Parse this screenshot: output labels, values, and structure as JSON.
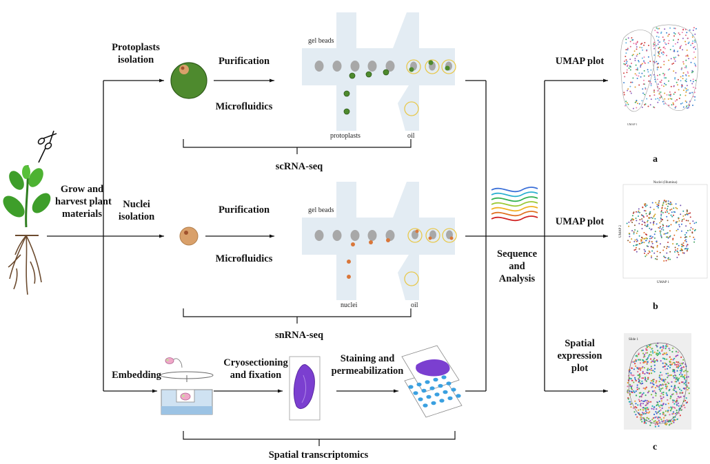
{
  "labels": {
    "grow": [
      "Grow and",
      "harvest plant",
      "materials"
    ],
    "protoplasts_isolation": [
      "Protoplasts",
      "isolation"
    ],
    "nuclei_isolation": [
      "Nuclei",
      "isolation"
    ],
    "embedding": "Embedding",
    "purification_1": "Purification",
    "microfluidics_1": "Microfluidics",
    "purification_2": "Purification",
    "microfluidics_2": "Microfluidics",
    "cryosectioning": [
      "Cryosectioning",
      "and fixation"
    ],
    "staining": [
      "Staining and",
      "permeabilization"
    ],
    "scrna": "scRNA-seq",
    "snrna": "snRNA-seq",
    "spatial": "Spatial transcriptomics",
    "sequence": [
      "Sequence",
      "and",
      "Analysis"
    ],
    "umap_a": "UMAP plot",
    "umap_b": "UMAP plot",
    "spatial_plot": [
      "Spatial",
      "expression",
      "plot"
    ],
    "panel_a": "a",
    "panel_b": "b",
    "panel_c": "c"
  },
  "chip1": {
    "gel_beads": "gel beads",
    "inlet": "protoplasts",
    "oil": "oil"
  },
  "chip2": {
    "gel_beads": "gel beads",
    "inlet": "nuclei",
    "oil": "oil"
  },
  "thumb_b_title": "Nuclei (Illumina)",
  "thumb_b_xlabel": "UMAP 1",
  "thumb_b_ylabel": "UMAP 2",
  "thumb_a_xlabel": "UMAP 1",
  "thumb_c_label": "Slide 1",
  "colors": {
    "protoplast": "#4e8a2e",
    "nucleus": "#d9a06a",
    "nucleolus": "#a0522d",
    "gel_bead": "#a8a8a8",
    "channel": "#e3ecf3",
    "droplet_ring": "#e8c84a",
    "tissue": "#7b3fd0",
    "spot": "#3aa0e0",
    "plant_leaf": "#3e9e2a",
    "root": "#6b4a2e"
  },
  "icons": [
    "scissors-icon",
    "plant-icon",
    "wave-lines-icon",
    "cryo-stage-icon"
  ]
}
